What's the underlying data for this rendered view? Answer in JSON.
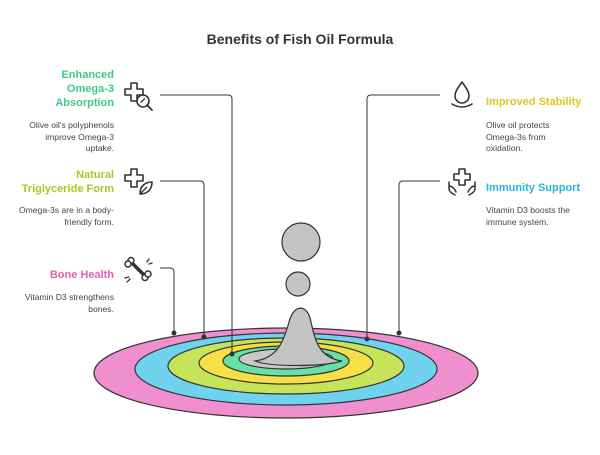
{
  "title": "Benefits of Fish Oil Formula",
  "colors": {
    "enhanced": "#3ec98a",
    "natural": "#a6c926",
    "bone": "#e35fb6",
    "stability": "#e3c41d",
    "immunity": "#29b6d9"
  },
  "benefits": {
    "enhanced": {
      "heading": "Enhanced Omega-3 Absorption",
      "lines": [
        "Enhanced",
        "Omega-3",
        "Absorption"
      ],
      "desc": [
        "Olive oil's polyphenols",
        "improve Omega-3",
        "uptake."
      ],
      "icon": "medical-search-icon"
    },
    "natural": {
      "heading": "Natural Triglyceride Form",
      "lines": [
        "Natural",
        "Triglyceride Form"
      ],
      "desc": [
        "Omega-3s are in a body-",
        "friendly form."
      ],
      "icon": "medical-leaf-icon"
    },
    "bone": {
      "heading": "Bone Health",
      "lines": [
        "Bone Health"
      ],
      "desc": [
        "Vitamin D3 strengthens",
        "bones."
      ],
      "icon": "bone-icon"
    },
    "stability": {
      "heading": "Improved Stability",
      "lines": [
        "Improved Stability"
      ],
      "desc": [
        "Olive oil protects",
        "Omega-3s from",
        "oxidation."
      ],
      "icon": "water-drop-icon"
    },
    "immunity": {
      "heading": "Immunity Support",
      "lines": [
        "Immunity Support"
      ],
      "desc": [
        "Vitamin D3 boosts the",
        "immune system."
      ],
      "icon": "care-hands-icon"
    }
  }
}
